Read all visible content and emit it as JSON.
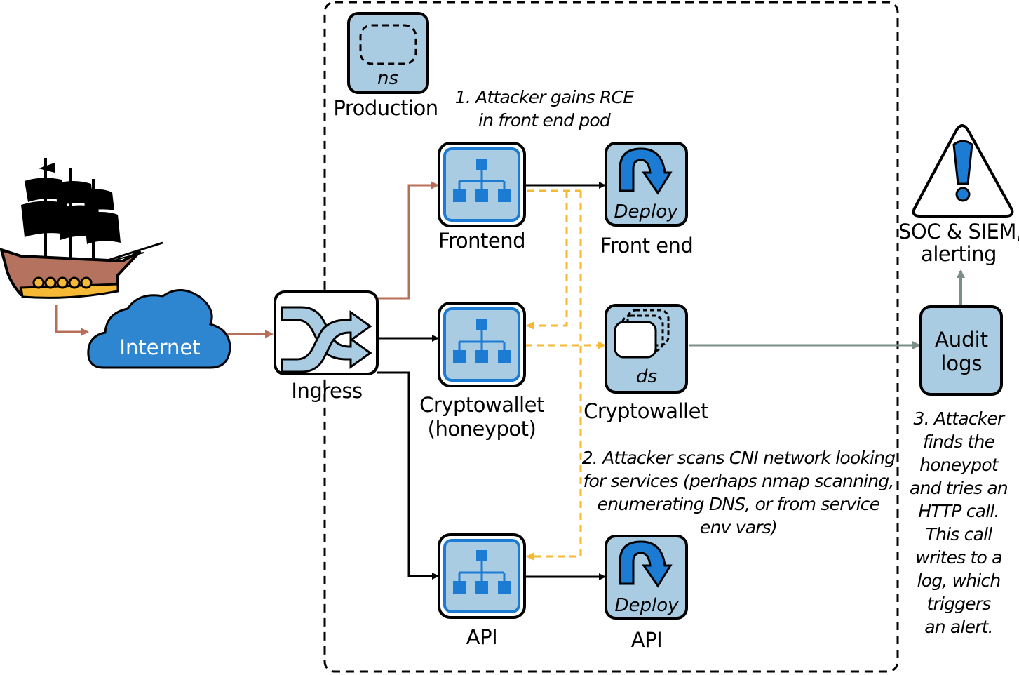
{
  "namespace": {
    "icon_text": "ns",
    "label": "Production"
  },
  "cloud": {
    "label": "Internet"
  },
  "ingress": {
    "label": "Ingress"
  },
  "services": {
    "frontend": {
      "label": "Frontend"
    },
    "cryptowallet": {
      "label_line1": "Cryptowallet",
      "label_line2": "(honeypot)"
    },
    "api": {
      "label": "API"
    }
  },
  "workloads": {
    "frontend": {
      "icon_text": "Deploy",
      "label": "Front end"
    },
    "cryptowallet": {
      "icon_text": "ds",
      "label": "Cryptowallet"
    },
    "api": {
      "icon_text": "Deploy",
      "label": "API"
    }
  },
  "audit": {
    "line1": "Audit",
    "line2": "logs"
  },
  "alerting": {
    "line1": "SOC & SIEM,",
    "line2": "alerting"
  },
  "notes": {
    "step1": [
      "1. Attacker gains RCE",
      "in front end pod"
    ],
    "step2": [
      "2. Attacker scans CNI network looking",
      "for services (perhaps nmap scanning,",
      "enumerating DNS, or from service",
      "env vars)"
    ],
    "step3": [
      "3. Attacker",
      "finds the",
      "honeypot",
      "and tries an",
      "HTTP call.",
      "This call",
      "writes to a",
      "log, which",
      "triggers",
      "an alert."
    ]
  },
  "colors": {
    "attack_path": "#b86f5a",
    "scan_path": "#f5b935",
    "audit_path": "#7b8f86",
    "service_blue": "#1c7bd3",
    "light_blue": "#a9cce3",
    "cloud_blue": "#2f86d0"
  },
  "icons": [
    "pirate-ship-icon",
    "cloud-icon",
    "ingress-icon",
    "service-icon",
    "deploy-icon",
    "daemonset-icon",
    "namespace-icon",
    "warning-icon"
  ]
}
